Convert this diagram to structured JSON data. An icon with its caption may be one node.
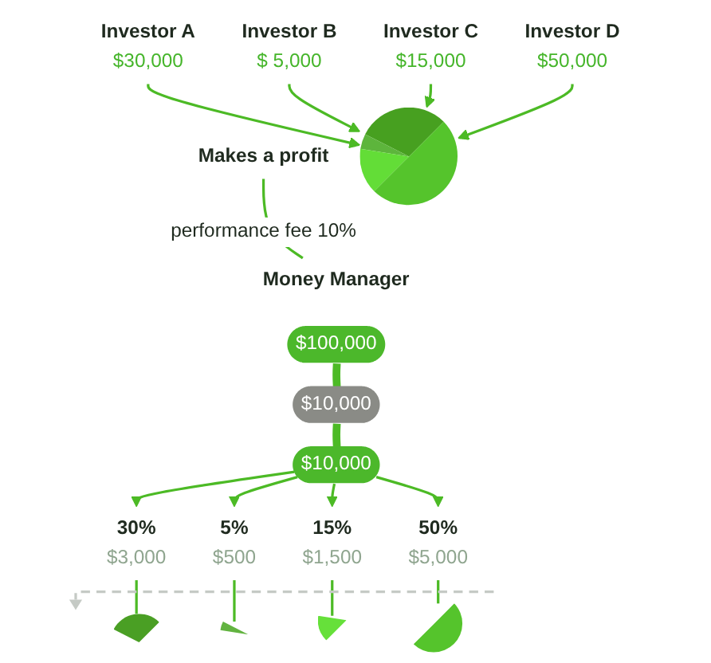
{
  "diagram": {
    "nodes": [
      {
        "text": [
          "30%",
          "$3,000"
        ]
      },
      {
        "text": [],
        "shape": "wedge"
      },
      {
        "text": [
          "Investor A",
          "$30,000"
        ]
      },
      {
        "text": [
          "5%",
          "$500"
        ]
      },
      {
        "text": [],
        "shape": "wedge"
      },
      {
        "text": [
          "Investor B",
          "$ 5,000"
        ]
      },
      {
        "text": [
          "15%",
          "$1,500"
        ]
      },
      {
        "text": [],
        "shape": "wedge"
      },
      {
        "text": [
          "Investor C",
          "$15,000"
        ]
      },
      {
        "text": [
          "50%",
          "$5,000"
        ]
      },
      {
        "text": [],
        "shape": "wedge"
      },
      {
        "text": [
          "Investor D",
          "$50,000"
        ]
      },
      {
        "text": [],
        "shape": "pie"
      },
      {
        "text": [
          "$10,000"
        ]
      },
      {
        "text": [
          "Makes a profit"
        ]
      },
      {
        "text": [
          "Money Manager"
        ]
      },
      {
        "text": [
          "$10,000"
        ]
      },
      {
        "text": [
          "$100,000"
        ]
      }
    ],
    "edges": [
      {
        "from": 13,
        "to": 0,
        "arrow": "to"
      },
      {
        "from": 13,
        "to": 3,
        "arrow": "to"
      },
      {
        "from": 13,
        "to": 6,
        "arrow": "to"
      },
      {
        "from": 13,
        "to": 9,
        "arrow": "to"
      },
      {
        "from": 0,
        "to": 1,
        "arrow": "none"
      },
      {
        "from": 3,
        "to": 4,
        "arrow": "none"
      },
      {
        "from": 6,
        "to": 7,
        "arrow": "none"
      },
      {
        "from": 9,
        "to": 10,
        "arrow": "none"
      },
      {
        "from": 2,
        "to": 12,
        "arrow": "to"
      },
      {
        "from": 5,
        "to": 12,
        "arrow": "to"
      },
      {
        "from": 8,
        "to": 12,
        "arrow": "to"
      },
      {
        "from": 11,
        "to": 12,
        "arrow": "to"
      },
      {
        "from": 14,
        "to": 15,
        "arrow": "none",
        "label": "performance fee 10%"
      },
      {
        "from": 17,
        "to": 16,
        "arrow": "none",
        "style": "thick"
      },
      {
        "from": 16,
        "to": 13,
        "arrow": "none",
        "style": "thick"
      }
    ]
  }
}
